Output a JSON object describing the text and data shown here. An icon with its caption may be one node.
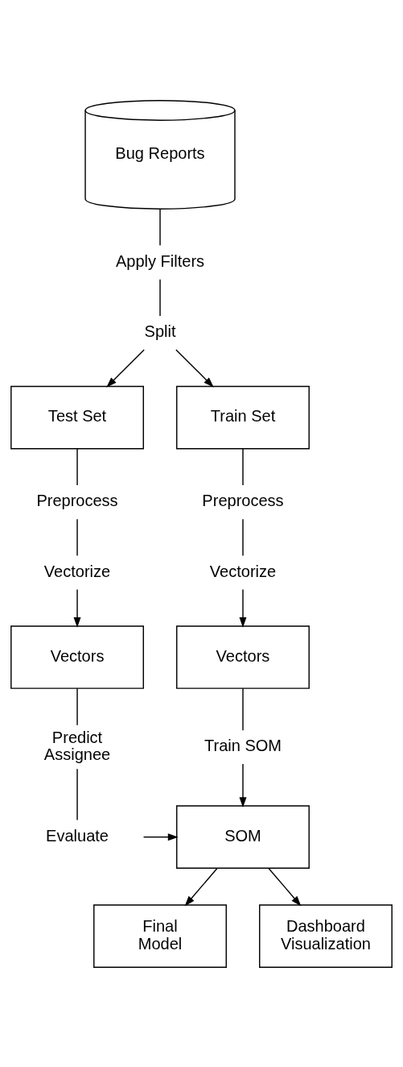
{
  "diagram": {
    "nodes": [
      {
        "text": [
          "Bug Reports"
        ]
      },
      {
        "text": [
          "Apply Filters"
        ]
      },
      {
        "text": [
          "Split"
        ]
      },
      {
        "text": [
          "Train Set"
        ]
      },
      {
        "text": [
          "Test Set"
        ]
      },
      {
        "text": [
          "Preprocess"
        ]
      },
      {
        "text": [
          "Preprocess"
        ]
      },
      {
        "text": [
          "Vectorize"
        ]
      },
      {
        "text": [
          "Vectorize"
        ]
      },
      {
        "text": [
          "Vectors"
        ]
      },
      {
        "text": [
          "Vectors"
        ]
      },
      {
        "text": [
          "Train SOM"
        ]
      },
      {
        "text": [
          "Predict Assignee"
        ]
      },
      {
        "text": [
          "SOM"
        ]
      },
      {
        "text": [
          "Evaluate"
        ]
      },
      {
        "text": [
          "Final Model"
        ]
      },
      {
        "text": [
          "Dashboard Visualization"
        ]
      }
    ],
    "edges": [
      {
        "from": 0,
        "to": 1,
        "arrow": "none"
      },
      {
        "from": 1,
        "to": 2,
        "arrow": "none"
      },
      {
        "from": 2,
        "to": 3,
        "arrow": "to"
      },
      {
        "from": 2,
        "to": 4,
        "arrow": "to"
      },
      {
        "from": 3,
        "to": 5,
        "arrow": "none"
      },
      {
        "from": 5,
        "to": 7,
        "arrow": "none"
      },
      {
        "from": 7,
        "to": 9,
        "arrow": "to"
      },
      {
        "from": 4,
        "to": 6,
        "arrow": "none"
      },
      {
        "from": 6,
        "to": 8,
        "arrow": "none"
      },
      {
        "from": 8,
        "to": 10,
        "arrow": "to"
      },
      {
        "from": 9,
        "to": 11,
        "arrow": "none"
      },
      {
        "from": 11,
        "to": 13,
        "arrow": "to"
      },
      {
        "from": 10,
        "to": 12,
        "arrow": "none"
      },
      {
        "from": 12,
        "to": 14,
        "arrow": "none"
      },
      {
        "from": 14,
        "to": 13,
        "arrow": "to"
      },
      {
        "from": 13,
        "to": 15,
        "arrow": "to"
      },
      {
        "from": 13,
        "to": 16,
        "arrow": "to"
      }
    ]
  }
}
